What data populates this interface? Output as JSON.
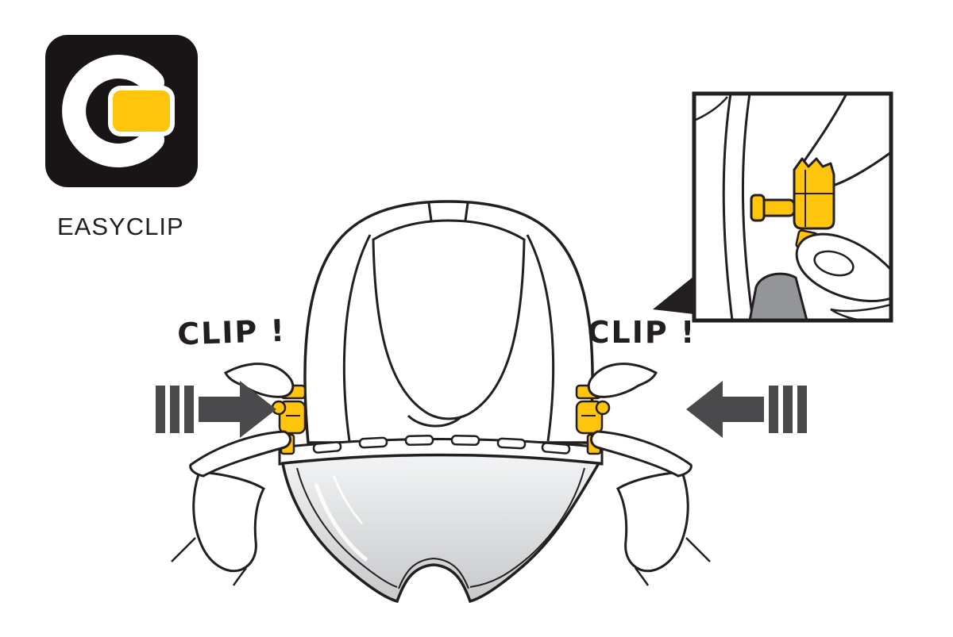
{
  "logo": {
    "label": "EASYCLIP"
  },
  "callouts": {
    "left": "CLIP !",
    "right": "CLIP !"
  },
  "colors": {
    "background": "#FFFFFF",
    "ink": "#231F20",
    "yellow": "#FFC40C",
    "arrow_gray": "#4A4A4C",
    "visor_top": "#F2F3F4",
    "visor_bottom": "#C3C5C7",
    "detail_gray": "#939598",
    "logo_bg": "#191516"
  }
}
